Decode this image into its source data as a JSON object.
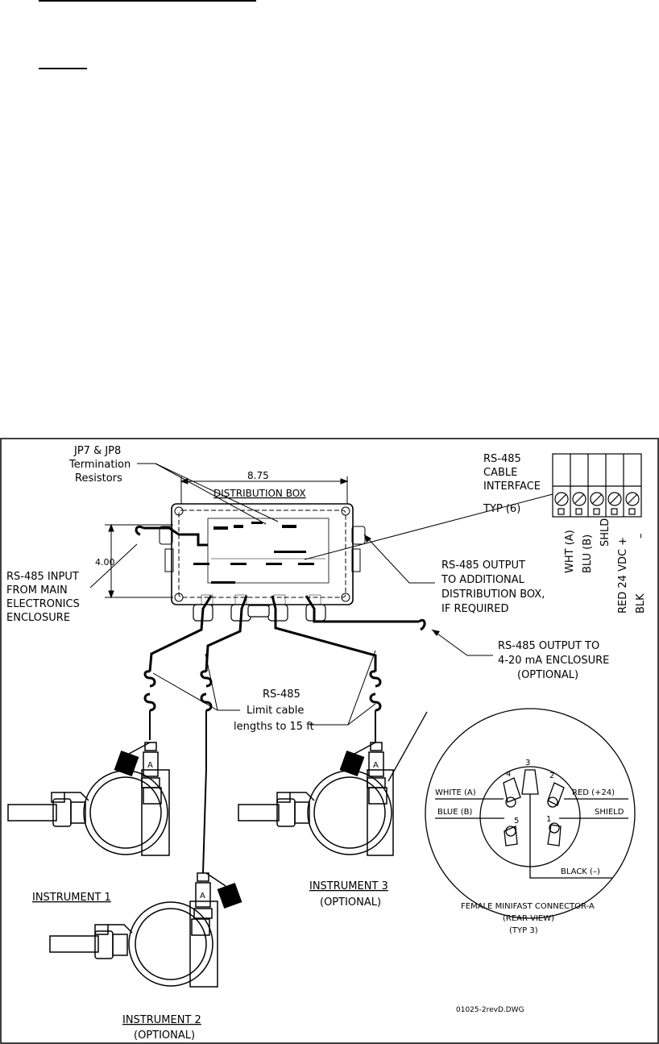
{
  "header_rules": [
    {
      "width_label": "wide"
    },
    {
      "width_label": "short"
    }
  ],
  "labels": {
    "jp_line1": "JP7 & JP8",
    "jp_line2": "Termination",
    "jp_line3": "Resistors",
    "dim_width": "8.75",
    "dim_height": "4.00",
    "box_title": "DISTRIBUTION BOX",
    "rs485_iface_1": "RS-485",
    "rs485_iface_2": "CABLE",
    "rs485_iface_3": "INTERFACE",
    "rs485_iface_4": "TYP (6)",
    "term_wht": "WHT (A)",
    "term_blu": "BLU (B)",
    "term_shld": "SHLD",
    "term_red": "RED 24 VDC +",
    "term_blk": "BLK",
    "term_minus": "–",
    "input_1": "RS-485 INPUT",
    "input_2": "FROM MAIN",
    "input_3": "ELECTRONICS",
    "input_4": "ENCLOSURE",
    "out_add_1": "RS-485 OUTPUT",
    "out_add_2": "TO ADDITIONAL",
    "out_add_3": "DISTRIBUTION BOX,",
    "out_add_4": "IF REQUIRED",
    "out_420_1": "RS-485 OUTPUT TO",
    "out_420_2": "4-20 mA ENCLOSURE",
    "out_420_3": "(OPTIONAL)",
    "limit_1": "RS-485",
    "limit_2": "Limit cable",
    "limit_3": "lengths to 15 ft",
    "inst1": "INSTRUMENT 1",
    "inst2": "INSTRUMENT 2",
    "inst2_opt": "(OPTIONAL)",
    "inst3": "INSTRUMENT 3",
    "inst3_opt": "(OPTIONAL)",
    "conn_white": "WHITE (A)",
    "conn_blue": "BLUE (B)",
    "conn_red": "RED (+24)",
    "conn_shield": "SHIELD",
    "conn_black": "BLACK (–)",
    "pin1": "1",
    "pin2": "2",
    "pin3": "3",
    "pin4": "4",
    "pin5": "5",
    "conn_title_1": "FEMALE MINIFAST CONNECTOR-A",
    "conn_title_2": "(REAR VIEW)",
    "conn_title_3": "(TYP 3)",
    "plug_letter": "A",
    "drawing_id": "01025-2revD.DWG"
  }
}
